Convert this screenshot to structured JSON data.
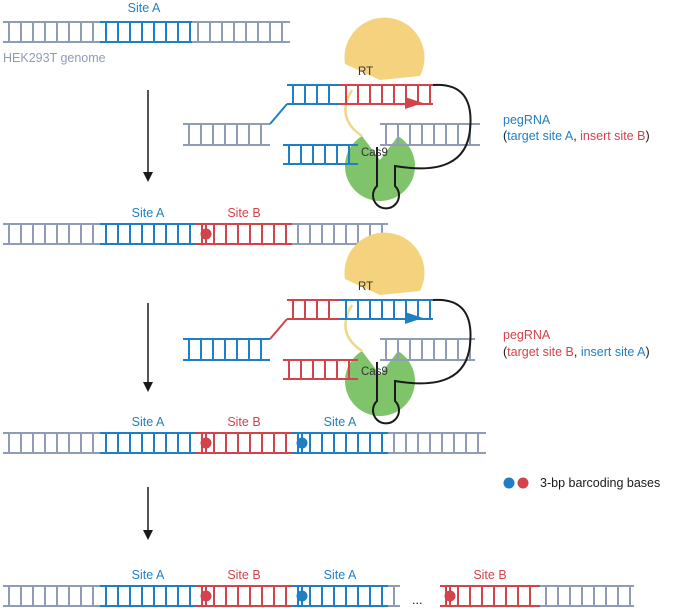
{
  "labels": {
    "site_a": "Site A",
    "site_b": "Site B",
    "genome": "HEK293T genome",
    "rt": "RT",
    "cas9": "Cas9",
    "peg1": {
      "title": "pegRNA",
      "open": "(",
      "target": "target site A",
      "sep": ", ",
      "insert": "insert site B",
      "close": ")"
    },
    "peg2": {
      "title": "pegRNA",
      "open": "(",
      "target": "target site B",
      "sep": ", ",
      "insert": "insert site A",
      "close": ")"
    },
    "barcode": "3-bp barcoding bases",
    "ellipsis": "..."
  },
  "colors": {
    "blue": "#1f7fc4",
    "red": "#d2444b",
    "gray": "#8e9db5",
    "black": "#1a1a1a",
    "rt": "#f5d27e",
    "cas9": "#7fc46b",
    "spacer": "#f0d88a"
  }
}
